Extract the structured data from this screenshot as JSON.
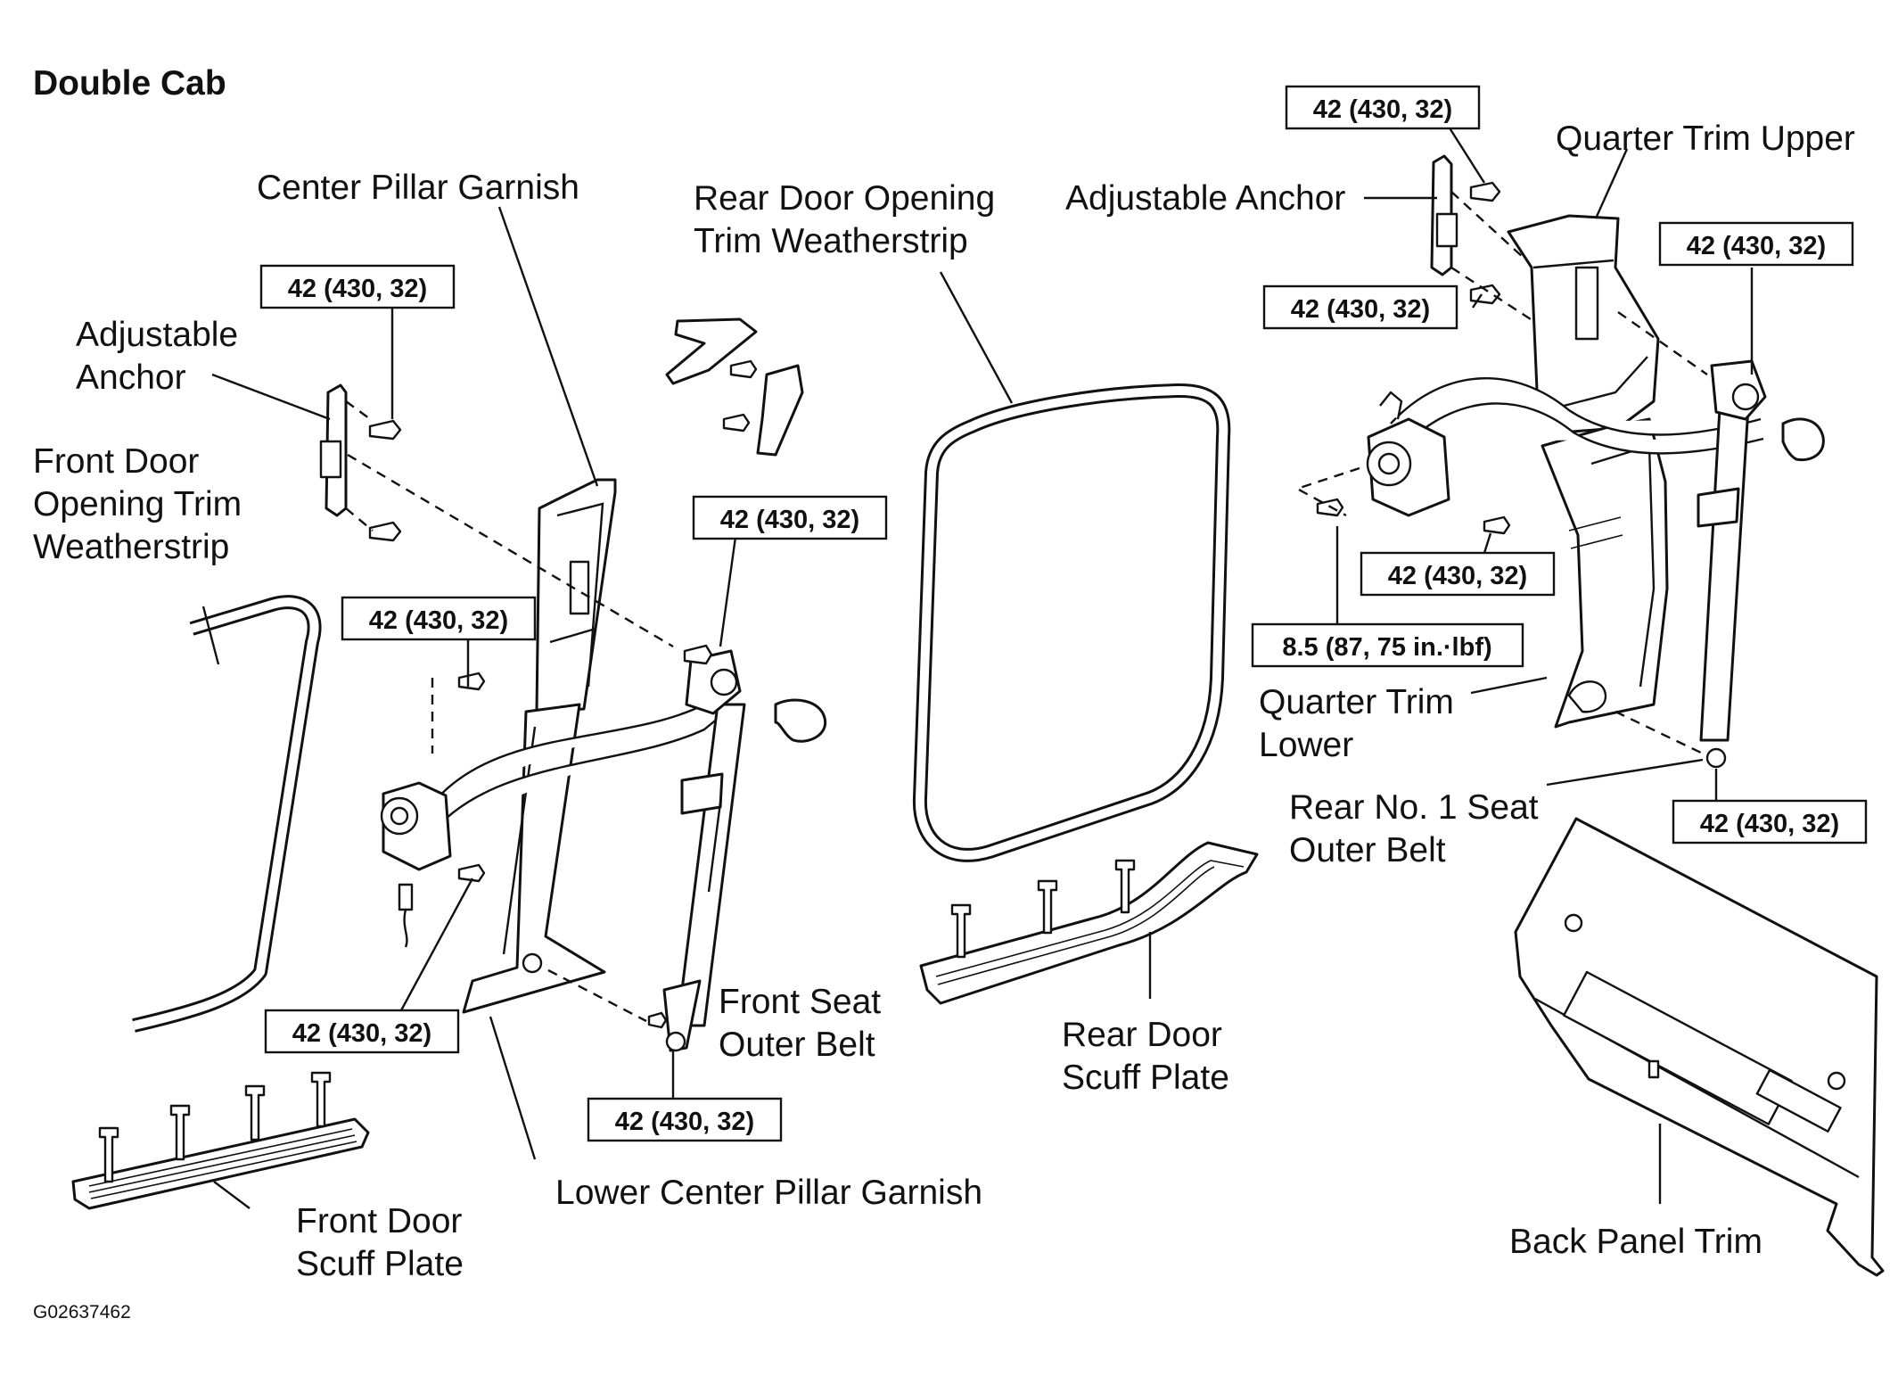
{
  "title": "Double Cab",
  "figure_code": "G02637462",
  "labels": {
    "center_pillar_garnish": "Center Pillar Garnish",
    "rear_door_opening_trim_weatherstrip": [
      "Rear Door Opening",
      "Trim Weatherstrip"
    ],
    "adjustable_anchor_front": [
      "Adjustable",
      "Anchor"
    ],
    "adjustable_anchor_rear": "Adjustable Anchor",
    "front_door_opening_trim_weatherstrip": [
      "Front Door",
      "Opening Trim",
      "Weatherstrip"
    ],
    "front_seat_outer_belt": [
      "Front Seat",
      "Outer Belt"
    ],
    "lower_center_pillar_garnish": "Lower Center Pillar Garnish",
    "front_door_scuff_plate": [
      "Front Door",
      "Scuff Plate"
    ],
    "rear_door_scuff_plate": [
      "Rear Door",
      "Scuff Plate"
    ],
    "quarter_trim_upper": "Quarter Trim Upper",
    "quarter_trim_lower": [
      "Quarter Trim",
      "Lower"
    ],
    "rear_no1_seat_outer_belt": [
      "Rear No. 1 Seat",
      "Outer Belt"
    ],
    "back_panel_trim": "Back Panel Trim"
  },
  "torque_specs": {
    "front_anchor_upper": "42 (430, 32)",
    "front_retractor_upper": "42 (430, 32)",
    "front_belt_guide": "42 (430, 32)",
    "front_retractor_lower": "42 (430, 32)",
    "front_belt_lower": "42 (430, 32)",
    "rear_anchor_upper": "42 (430, 32)",
    "rear_anchor_lower": "42 (430, 32)",
    "rear_belt_upper": "42 (430, 32)",
    "rear_retractor": "42 (430, 32)",
    "rear_retractor_bolt": "8.5 (87, 75 in.·lbf)",
    "rear_belt_lower": "42 (430, 32)"
  }
}
